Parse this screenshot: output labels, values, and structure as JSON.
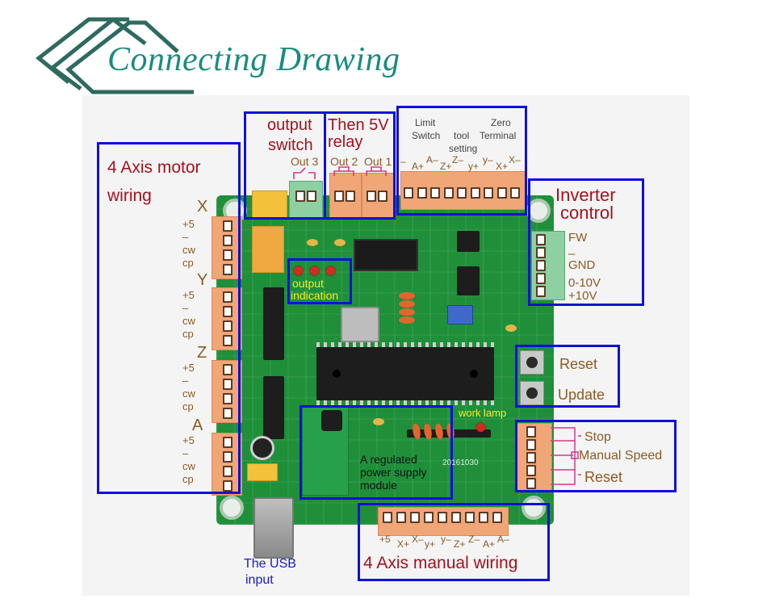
{
  "header": {
    "title": "Connecting Drawing",
    "logo_icon": "stacked-roof-chevrons-icon",
    "logo_color": "#2e6a5f",
    "title_color": "#1a8c80"
  },
  "annotation_color": "#1010d8",
  "callouts": {
    "motor_wiring": {
      "title_line1": "4 Axis motor",
      "title_line2": "wiring",
      "axes": [
        {
          "name": "X",
          "pins": [
            "+5",
            "–",
            "cw",
            "cp"
          ]
        },
        {
          "name": "Y",
          "pins": [
            "+5",
            "–",
            "cw",
            "cp"
          ]
        },
        {
          "name": "Z",
          "pins": [
            "+5",
            "–",
            "cw",
            "cp"
          ]
        },
        {
          "name": "A",
          "pins": [
            "+5",
            "–",
            "cw",
            "cp"
          ]
        }
      ]
    },
    "output_switch": {
      "title_line1": "output",
      "title_line2": "switch",
      "port": "Out 3"
    },
    "relay": {
      "title_line1": "Then 5V",
      "title_line2": "relay",
      "ports": [
        "Out 2",
        "Out 1"
      ]
    },
    "limit_terminal": {
      "group_labels": [
        "Limit",
        "Switch",
        "tool",
        "setting",
        "Zero",
        "Terminal"
      ],
      "pins": [
        "–",
        "A+",
        "A–",
        "Z+",
        "Z–",
        "y+",
        "y–",
        "X+",
        "X–"
      ]
    },
    "inverter": {
      "title_line1": "Inverter",
      "title_line2": "control",
      "pins": [
        "FW",
        "–",
        "GND",
        "0-10V",
        "+10V"
      ]
    },
    "output_indication": {
      "line1": "output",
      "line2": "indication"
    },
    "buttons": {
      "items": [
        "Reset",
        "Update"
      ]
    },
    "work_lamp": "work lamp",
    "control_inputs": {
      "items": [
        "Stop",
        "Manual Speed",
        "Reset"
      ]
    },
    "power_module": {
      "line1": "A regulated",
      "line2": "power supply",
      "line3": "module"
    },
    "usb": {
      "line1": "The USB",
      "line2": "input"
    },
    "manual_wiring": {
      "title": "4 Axis manual wiring",
      "pins": [
        "+5",
        "X+",
        "X–",
        "y+",
        "y–",
        "Z+",
        "Z–",
        "A+",
        "A–"
      ]
    }
  },
  "board_silkscreen": {
    "date_code": "20161030"
  }
}
